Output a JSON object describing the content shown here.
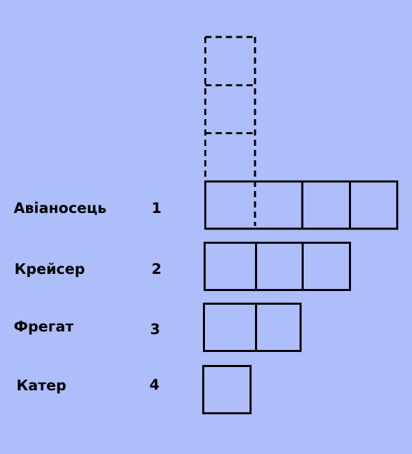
{
  "colors": {
    "background": "#adbefa",
    "line": "#000000"
  },
  "ships": [
    {
      "name": "Авіаносець",
      "count": "1",
      "cells": 4
    },
    {
      "name": "Крейсер",
      "count": "2",
      "cells": 3
    },
    {
      "name": "Фрегат",
      "count": "3",
      "cells": 2
    },
    {
      "name": "Катер",
      "count": "4",
      "cells": 1
    }
  ],
  "vertical_hint_cells": 4
}
